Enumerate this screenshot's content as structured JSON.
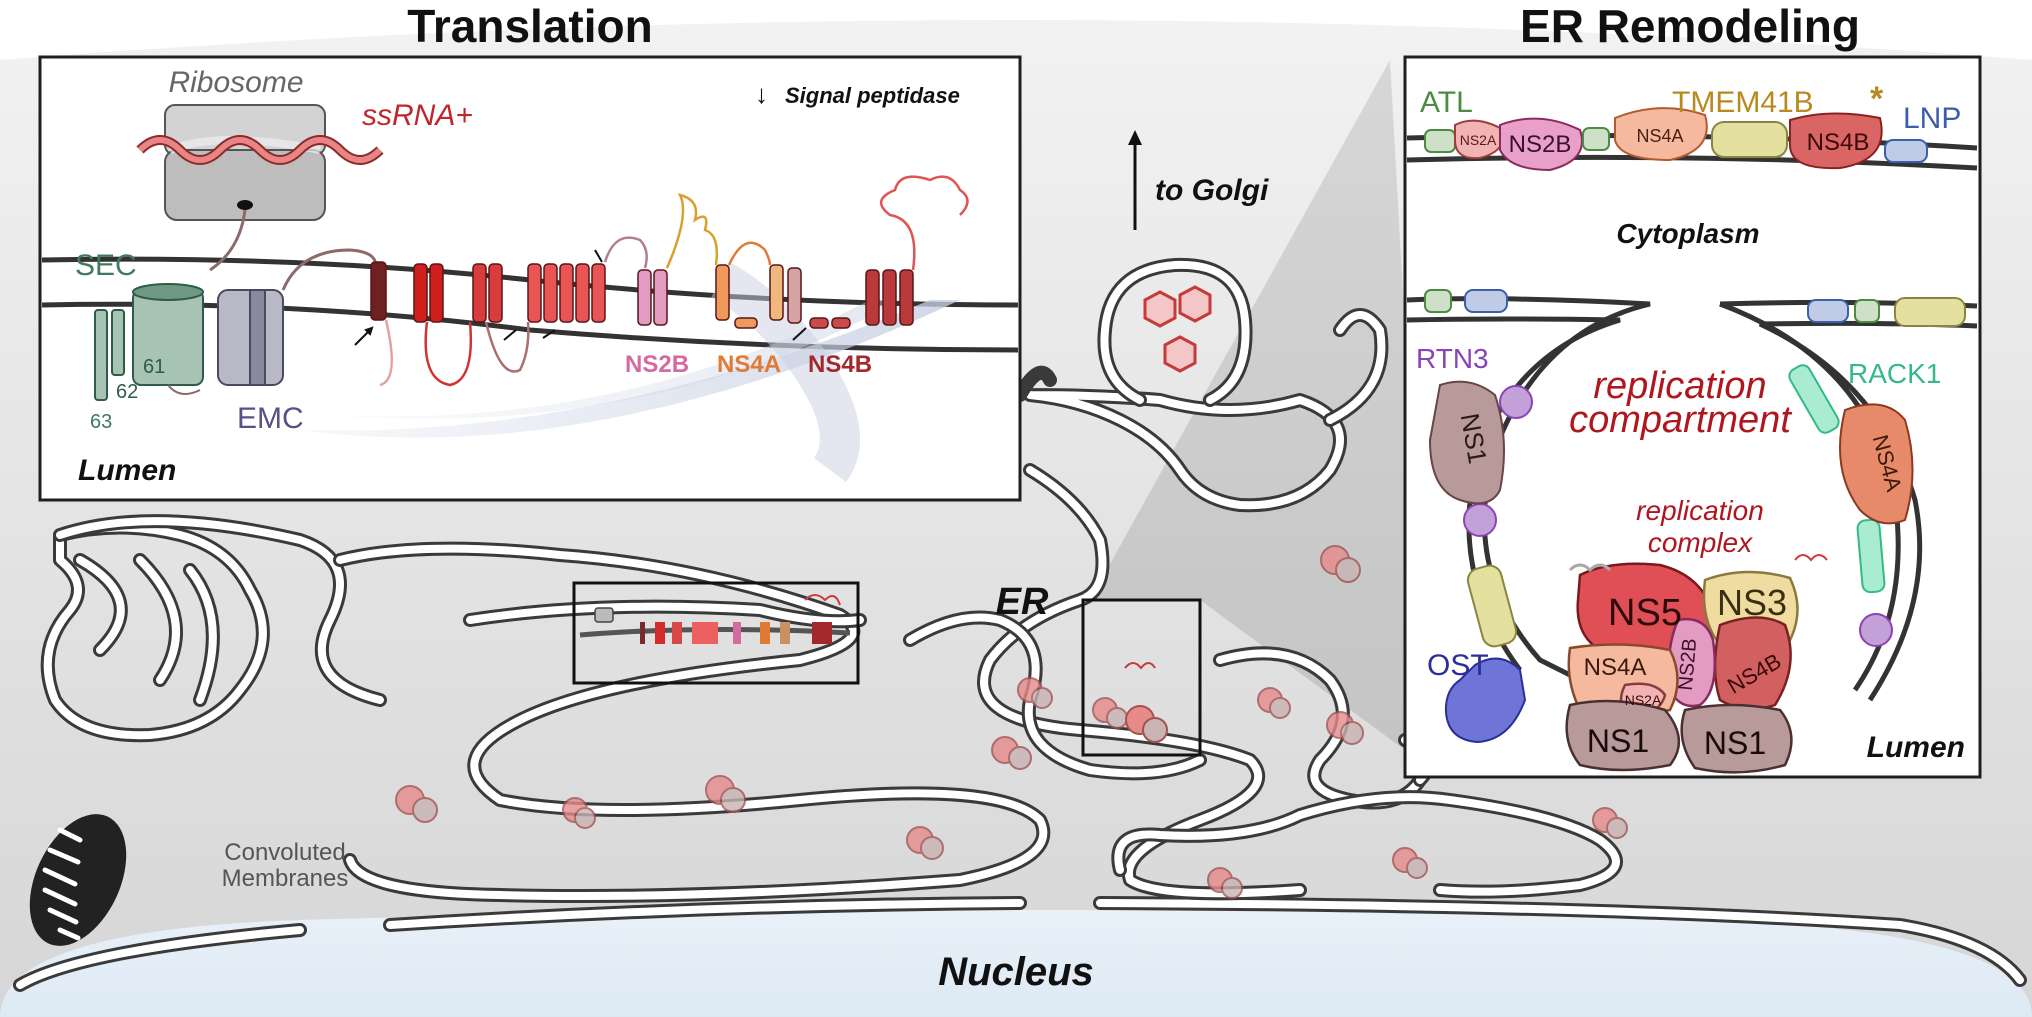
{
  "titles": {
    "left": "Translation",
    "right": "ER Remodeling"
  },
  "translation": {
    "ribosome": "Ribosome",
    "ssrna": "ssRNA+",
    "signal_peptidase_arrow": "↓",
    "signal_peptidase": "Signal peptidase",
    "sec": "SEC",
    "sec61": "61",
    "sec62": "62",
    "sec63": "63",
    "emc": "EMC",
    "lumen": "Lumen",
    "ns2b": "NS2B",
    "ns4a": "NS4A",
    "ns4b": "NS4B"
  },
  "cell": {
    "to_golgi": "to Golgi",
    "er": "ER",
    "convoluted": "Convoluted",
    "membranes": "Membranes",
    "nucleus": "Nucleus"
  },
  "remodeling": {
    "atl": "ATL",
    "tmem41b": "TMEM41B",
    "tmem41b_star": "*",
    "lnp": "LNP",
    "ns2a_top": "NS2A",
    "ns2b_top": "NS2B",
    "ns4a_top": "NS4A",
    "ns4b_top": "NS4B",
    "cytoplasm": "Cytoplasm",
    "rtn3": "RTN3",
    "rack1": "RACK1",
    "replication_compartment_1": "replication",
    "replication_compartment_2": "compartment",
    "replication_complex_1": "replication",
    "replication_complex_2": "complex",
    "ns1_left": "NS1",
    "ns4a_right": "NS4A",
    "ns5": "NS5",
    "ns3": "NS3",
    "ns2b_complex": "NS2B",
    "ns4b_complex": "NS4B",
    "ns4a_complex": "NS4A",
    "ns2a_complex": "NS2A",
    "ns1_bottom_a": "NS1",
    "ns1_bottom_b": "NS1",
    "ost": "OST",
    "lumen": "Lumen"
  },
  "colors": {
    "sec": "#3f7a5f",
    "emc": "#5a4f86",
    "ssrna": "#c0272d",
    "ns2b": "#d46aa0",
    "ns4a": "#e07a34",
    "ns4b": "#a3282c",
    "atl": "#4d8a42",
    "tmem41b": "#b8891f",
    "lnp": "#3b5fa8",
    "rtn3": "#8a44b3",
    "rack1": "#35b88a",
    "ost": "#2b2f9a",
    "replication": "#b0161e"
  }
}
